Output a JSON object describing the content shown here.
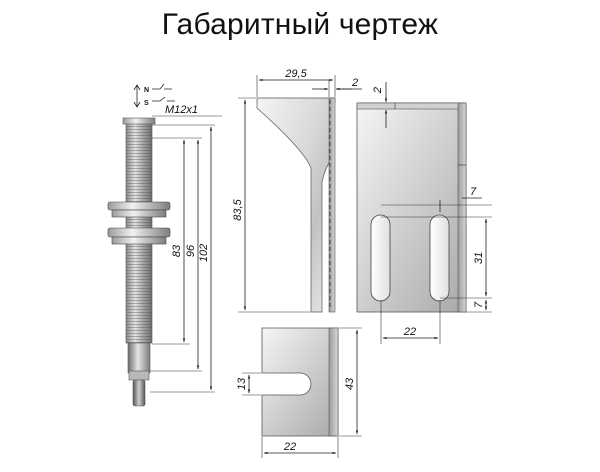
{
  "title": "Габаритный чертеж",
  "sensor": {
    "label_n": "N",
    "label_s": "S",
    "thread": "M12x1",
    "dims": {
      "d83": "83",
      "d96": "96",
      "d102": "102"
    }
  },
  "bracket_side": {
    "dims": {
      "width": "29,5",
      "thickness": "2",
      "height": "83,5"
    }
  },
  "bracket_front": {
    "dims": {
      "top": "2",
      "slot_gap": "7",
      "slot_len": "31",
      "bottom": "7",
      "spacing": "22"
    }
  },
  "bracket_bottom": {
    "dims": {
      "slot": "13",
      "height": "43",
      "width": "22"
    }
  },
  "colors": {
    "metal_light": "#f0f0f0",
    "metal_dark": "#c4c4c4",
    "line": "#222222"
  }
}
